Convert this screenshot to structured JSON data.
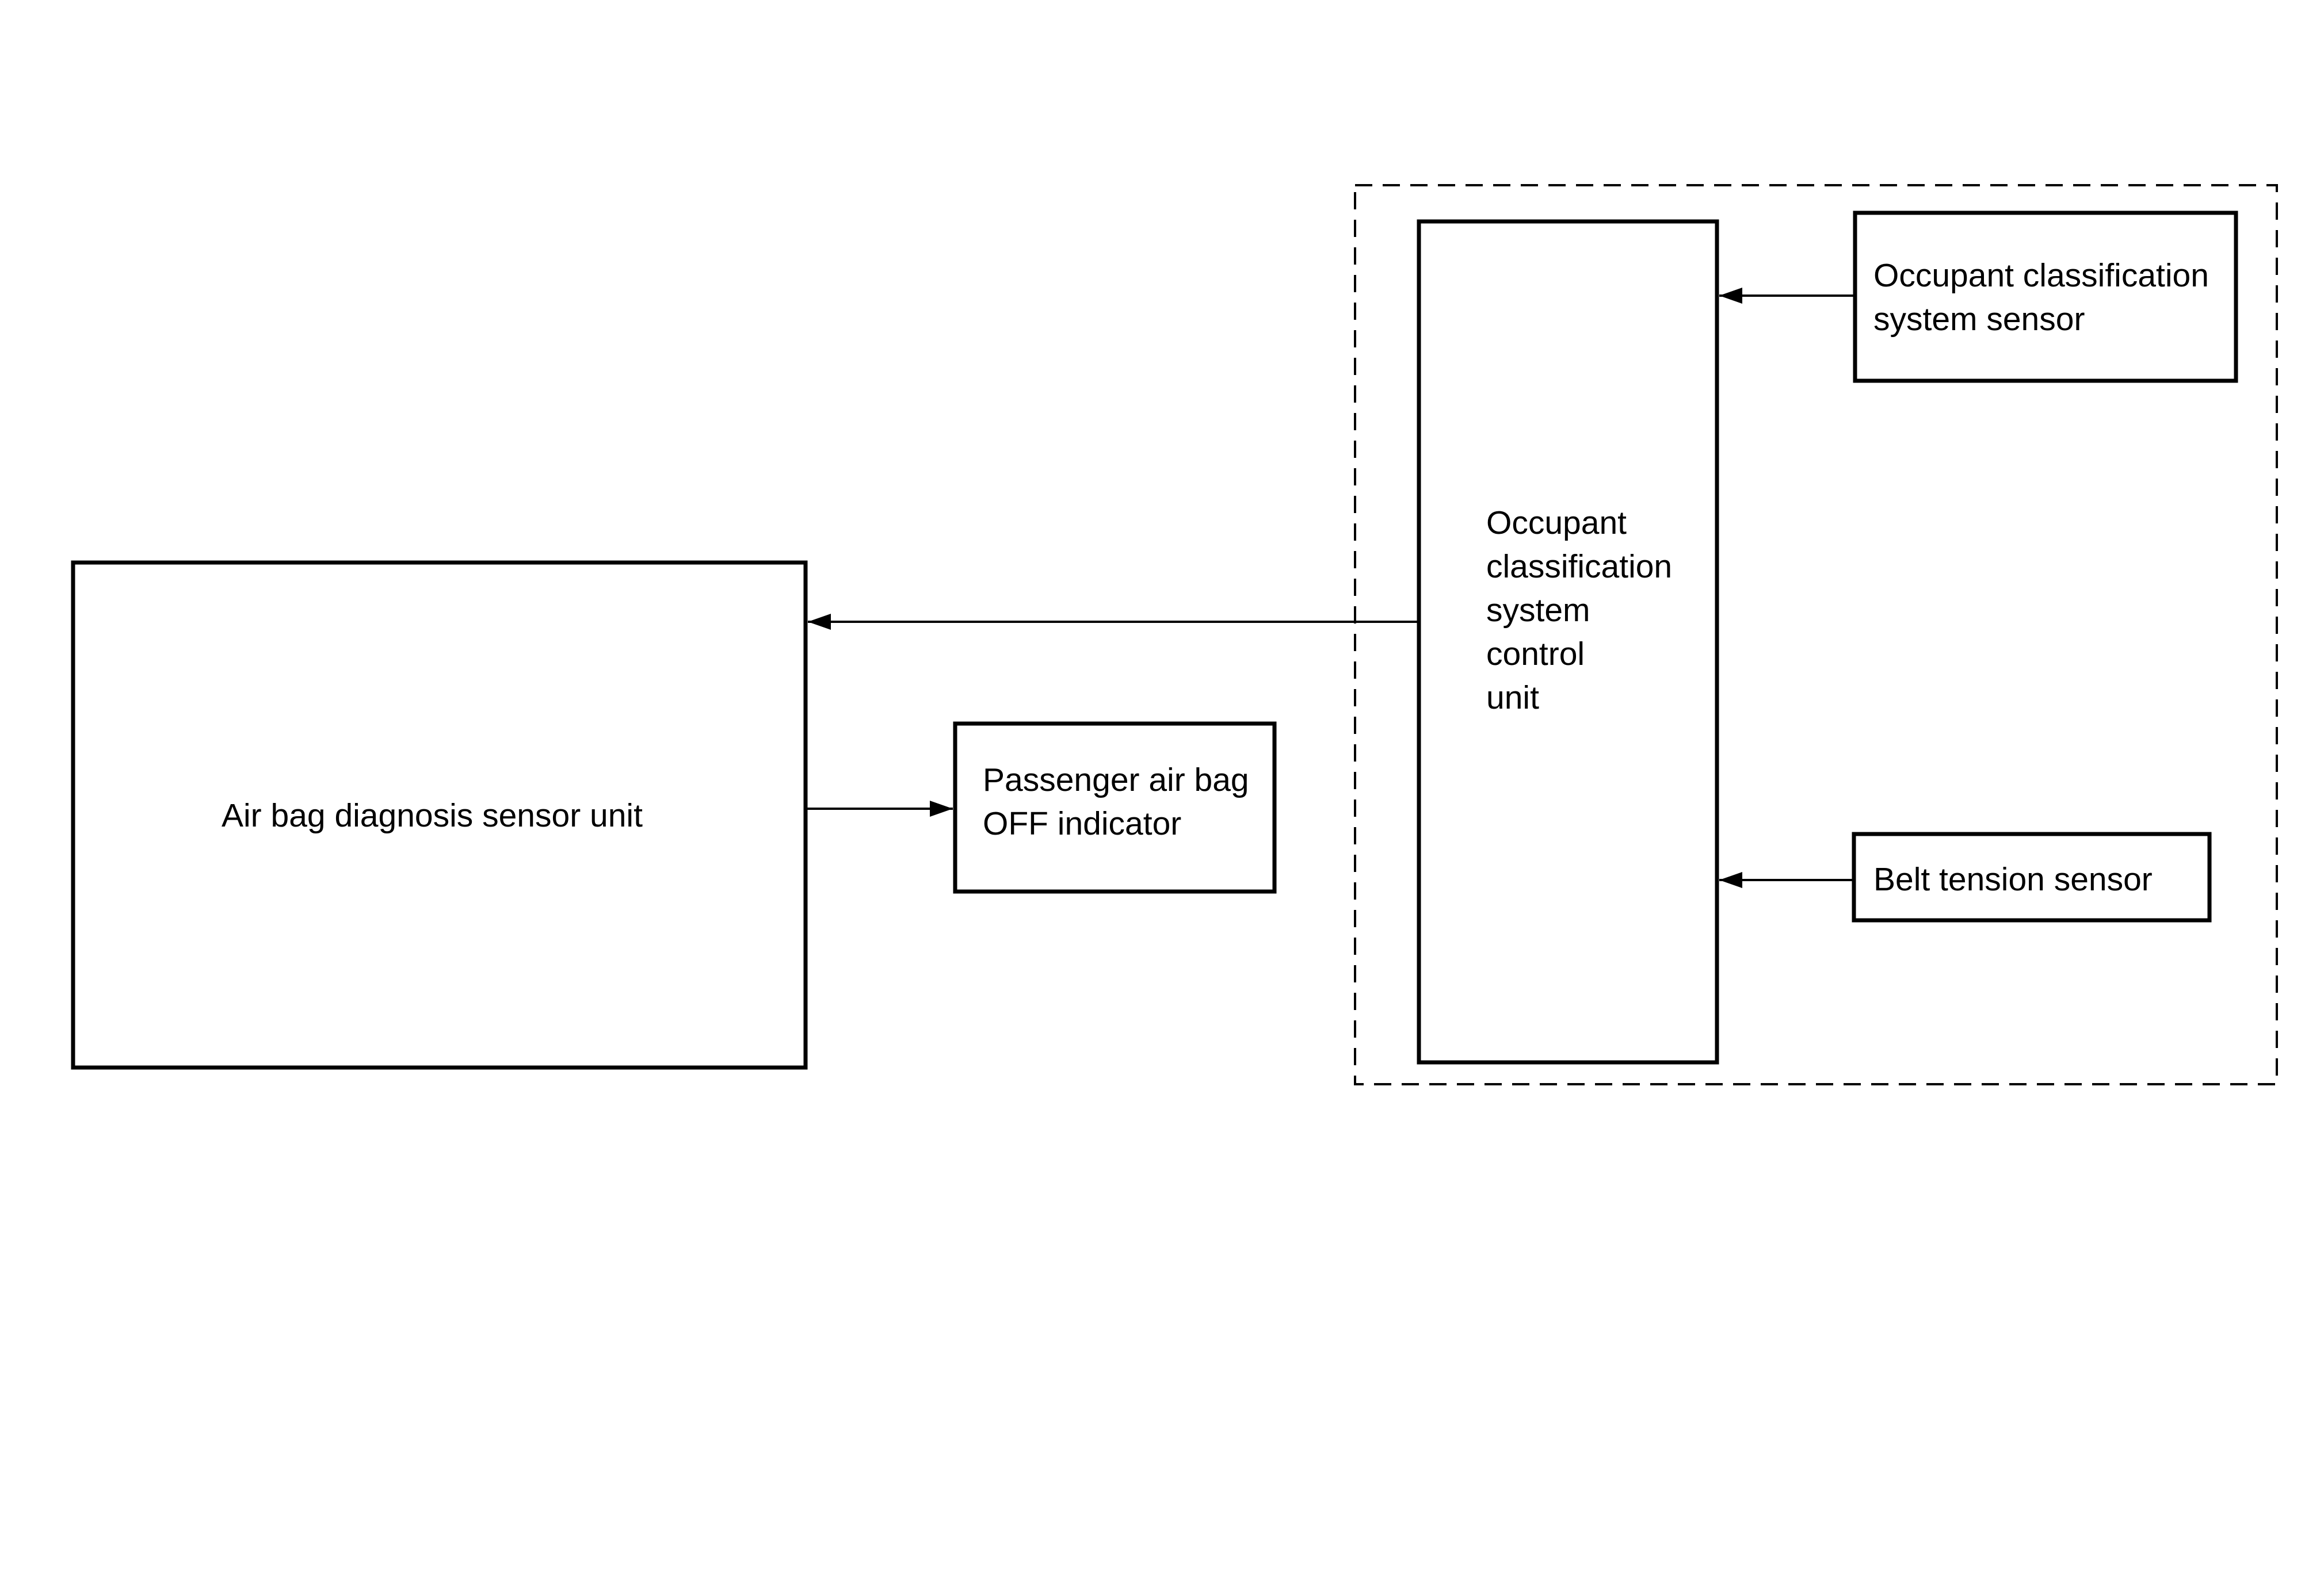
{
  "diagram": {
    "colors": {
      "stroke": "#000000",
      "text": "#000000",
      "background": "#ffffff"
    },
    "boxes": {
      "air_bag_unit": {
        "lines": [
          "Air bag diagnosis sensor unit"
        ]
      },
      "passenger_indicator": {
        "lines": [
          "Passenger air bag",
          "OFF indicator"
        ]
      },
      "control_unit": {
        "lines": [
          "Occupant",
          "classification",
          "system",
          "control",
          "unit"
        ]
      },
      "occupant_sensor": {
        "lines": [
          "Occupant classification",
          "system sensor"
        ]
      },
      "belt_sensor": {
        "lines": [
          "Belt tension sensor"
        ]
      }
    },
    "connections": [
      {
        "from": "occupant_sensor",
        "to": "control_unit"
      },
      {
        "from": "belt_sensor",
        "to": "control_unit"
      },
      {
        "from": "control_unit",
        "to": "air_bag_unit"
      },
      {
        "from": "air_bag_unit",
        "to": "passenger_indicator"
      }
    ],
    "group": {
      "style": "dashed",
      "contains": [
        "control_unit",
        "occupant_sensor",
        "belt_sensor"
      ]
    }
  }
}
